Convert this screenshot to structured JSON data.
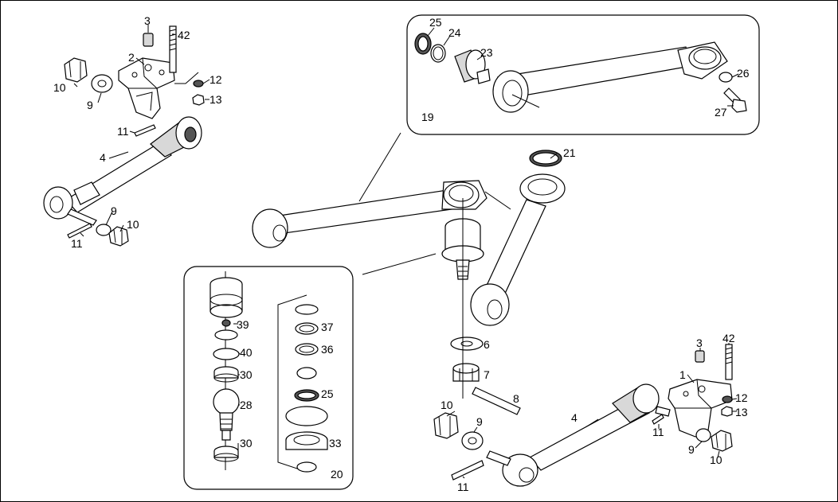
{
  "drawing": {
    "callouts_upper_left": [
      "3",
      "42",
      "2",
      "10",
      "9",
      "12",
      "13",
      "11",
      "4",
      "9",
      "10",
      "11"
    ],
    "callouts_box_top": [
      "25",
      "24",
      "23",
      "26",
      "27",
      "19"
    ],
    "callouts_center": [
      "21",
      "6",
      "7",
      "8"
    ],
    "callouts_box_bottom_left": [
      "39",
      "40",
      "30",
      "28",
      "30"
    ],
    "callouts_box_bottom_right": [
      "37",
      "36",
      "25",
      "33",
      "20"
    ],
    "callouts_lower_right": [
      "3",
      "42",
      "1",
      "12",
      "13",
      "11",
      "4",
      "10",
      "9",
      "9",
      "10",
      "11"
    ]
  }
}
